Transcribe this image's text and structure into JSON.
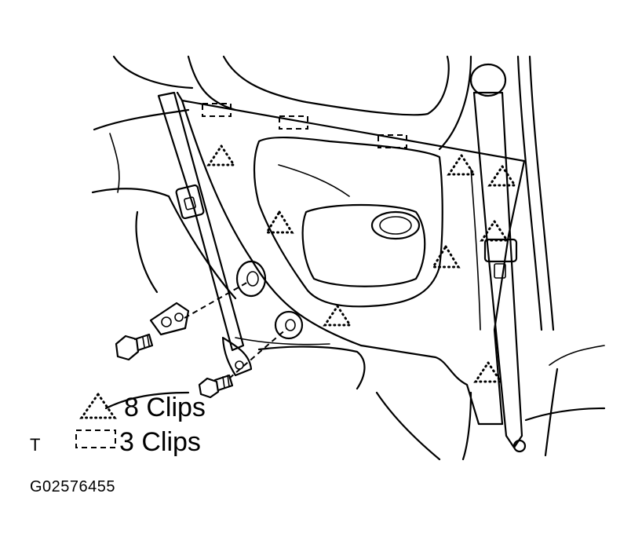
{
  "legend": {
    "triangle_label": "8 Clips",
    "box_label": "3 Clips"
  },
  "corner_code": "T",
  "figure_id": "G02576455",
  "icons": {
    "triangle_clip": "dotted-triangle-clip-icon",
    "box_clip": "dashed-box-clip-icon",
    "bolt": "bolt-icon"
  }
}
